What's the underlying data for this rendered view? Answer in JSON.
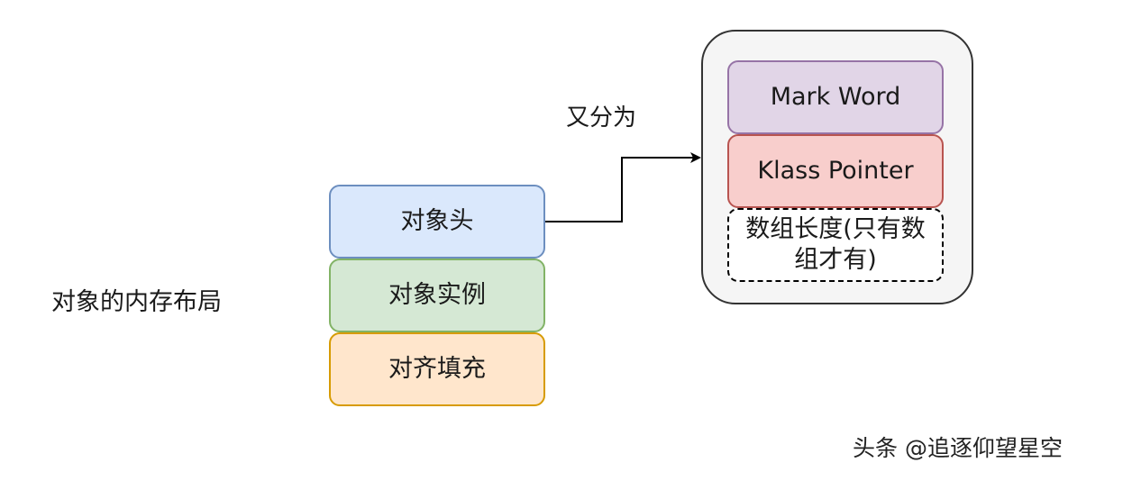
{
  "caption": "对象的内存布局",
  "edge_label": "又分为",
  "layout_boxes": [
    {
      "id": "header",
      "label": "对象头"
    },
    {
      "id": "instance",
      "label": "对象实例"
    },
    {
      "id": "padding",
      "label": "对齐填充"
    }
  ],
  "header_parts": [
    {
      "id": "mark-word",
      "label": "Mark Word"
    },
    {
      "id": "klass-pointer",
      "label": "Klass Pointer"
    },
    {
      "id": "array-length",
      "label": "数组长度(只有数组才有)"
    }
  ],
  "watermark": "头条 @追逐仰望星空",
  "colors": {
    "header_fill": "#dae8fc",
    "instance_fill": "#d5e8d4",
    "padding_fill": "#ffe6cc",
    "mark_word_fill": "#e1d5e7",
    "klass_pointer_fill": "#f8cecc",
    "container_fill": "#f5f5f5"
  }
}
